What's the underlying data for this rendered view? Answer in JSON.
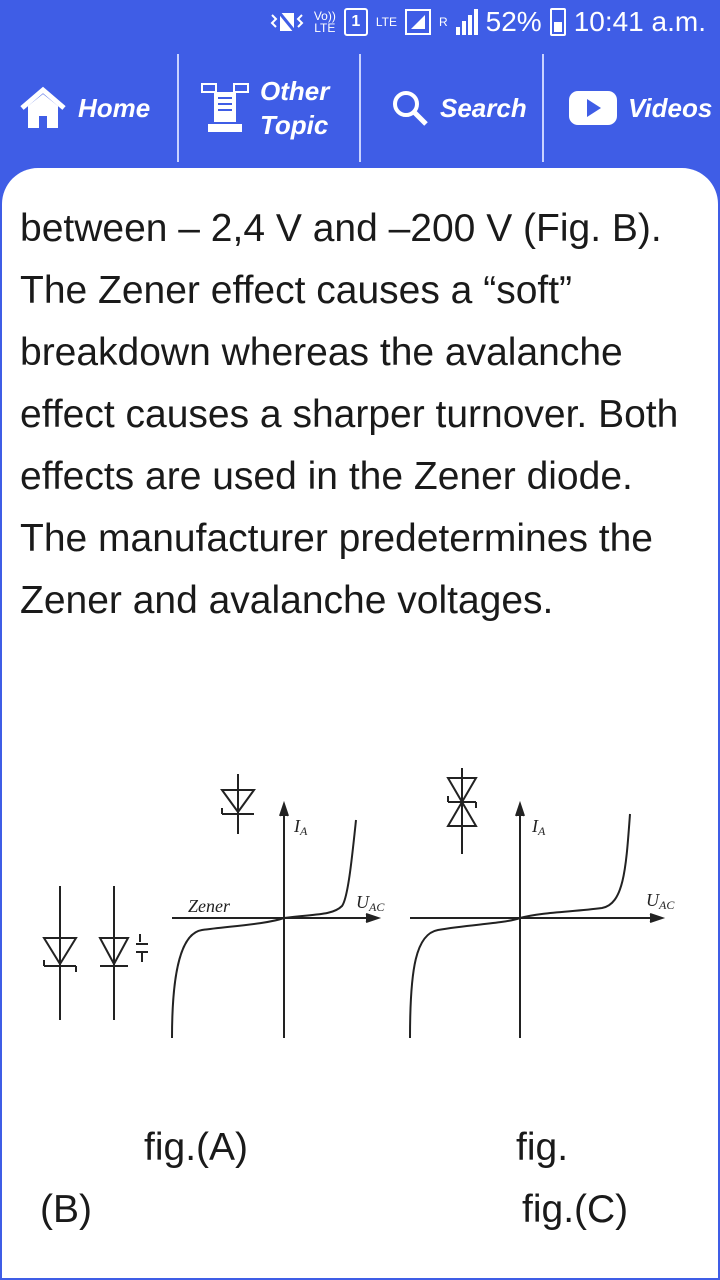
{
  "status_bar": {
    "volte": "Vo))",
    "lte_small": "LTE",
    "sim": "1",
    "lte": "LTE",
    "roaming": "R",
    "battery": "52%",
    "time": "10:41 a.m."
  },
  "nav": {
    "home": "Home",
    "other_line1": "Other",
    "other_line2": "Topic",
    "search": "Search",
    "videos": "Videos"
  },
  "content": {
    "paragraph": "between – 2,4 V and –200 V (Fig. B). The Zener effect causes a “soft” breakdown whereas the avalanche effect causes a sharper turnover. Both effects are used in the Zener diode. The manufacturer predetermines the Zener and avalanche voltages."
  },
  "figure": {
    "zener_label": "Zener",
    "ia_label_1": "I",
    "ia_sub_1": "A",
    "uac_label_1": "U",
    "uac_sub_1": "AC",
    "ia_label_2": "I",
    "ia_sub_2": "A",
    "uac_label_2": "U",
    "uac_sub_2": "AC"
  },
  "captions": {
    "fig_a": "fig.(A)",
    "fig": "fig.",
    "b": "(B)",
    "fig_c": "fig.(C)"
  },
  "colors": {
    "header_blue": "#3f5de6",
    "panel_bg": "#ffffff",
    "text": "#1a1a1a"
  }
}
